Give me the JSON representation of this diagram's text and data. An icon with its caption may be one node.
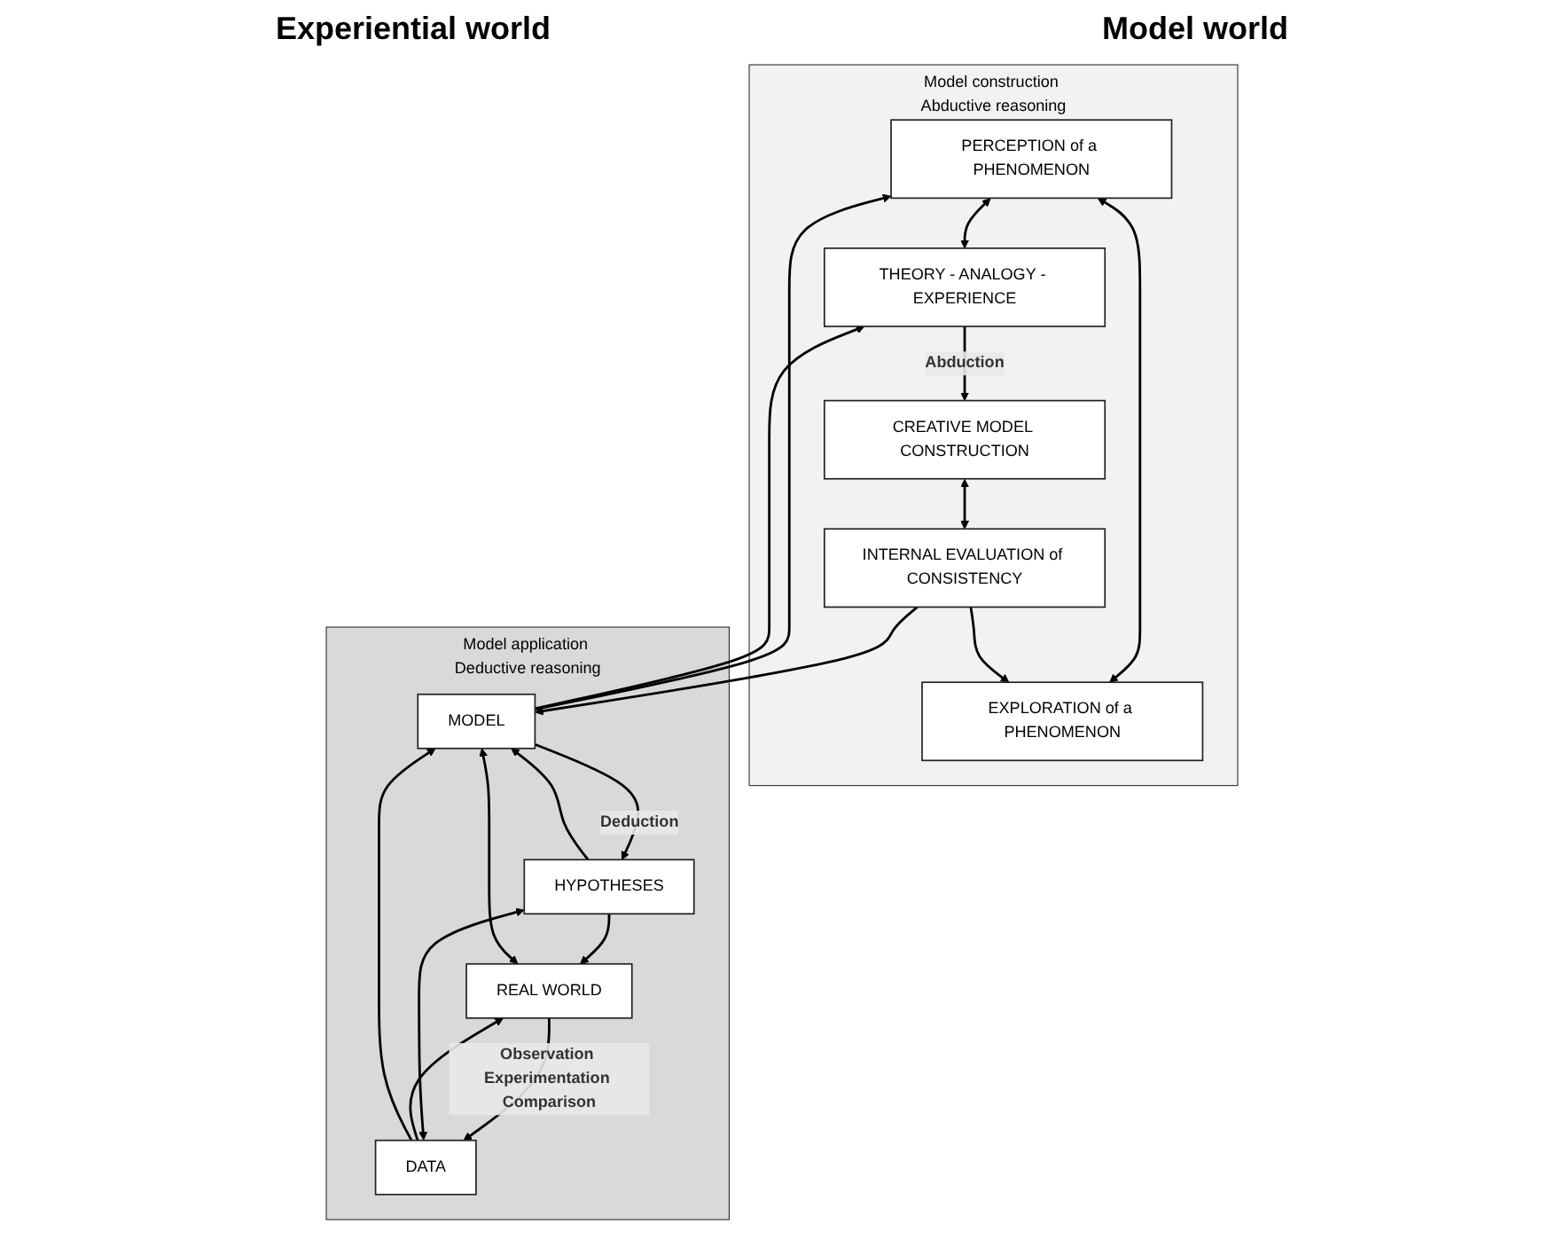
{
  "diagram": {
    "nodes": [
      {
        "text": [
          "Model construction Abductive reasoning"
        ]
      },
      {
        "text": [
          "PERCEPTION of a PHENOMENON"
        ],
        "in": 0
      },
      {
        "text": [
          "THEORY - ANALOGY - EXPERIENCE"
        ],
        "in": 0
      },
      {
        "text": [
          "CREATIVE MODEL CONSTRUCTION"
        ],
        "in": 0
      },
      {
        "text": [
          "EXPLORATION of a PHENOMENON"
        ],
        "in": 0
      },
      {
        "text": [
          "INTERNAL EVALUATION of CONSISTENCY"
        ],
        "in": 0
      },
      {
        "text": [
          "Model application Deductive reasoning"
        ]
      },
      {
        "text": [
          "REAL WORLD"
        ],
        "in": 6
      },
      {
        "text": [
          "MODEL"
        ],
        "in": 6
      },
      {
        "text": [
          "DATA"
        ],
        "in": 6
      },
      {
        "text": [
          "HYPOTHESES"
        ],
        "in": 6
      }
    ],
    "edges": [
      {
        "from": 1,
        "to": 2,
        "arrow": "both"
      },
      {
        "from": 2,
        "to": 3,
        "arrow": "to",
        "label": "Abduction"
      },
      {
        "from": 1,
        "to": 4,
        "arrow": "both"
      },
      {
        "from": 3,
        "to": 5,
        "arrow": "both"
      },
      {
        "from": 5,
        "to": 4,
        "arrow": "to"
      },
      {
        "from": 5,
        "to": 8,
        "arrow": "to"
      },
      {
        "from": 8,
        "to": 1,
        "arrow": "to"
      },
      {
        "from": 8,
        "to": 2,
        "arrow": "to"
      },
      {
        "from": 7,
        "to": 8,
        "arrow": "both"
      },
      {
        "from": 7,
        "to": 9,
        "arrow": "to",
        "label": "Observation Experimentation Comparison"
      },
      {
        "from": 8,
        "to": 10,
        "arrow": "to",
        "label": "Deduction"
      },
      {
        "from": 9,
        "to": 10,
        "arrow": "both"
      },
      {
        "from": 9,
        "to": 7,
        "arrow": "to"
      },
      {
        "from": 9,
        "to": 8,
        "arrow": "to"
      },
      {
        "from": 10,
        "to": 7,
        "arrow": "to"
      },
      {
        "from": 10,
        "to": 8,
        "arrow": "to"
      }
    ],
    "labels": [
      "Experiential world",
      "Model world"
    ]
  }
}
